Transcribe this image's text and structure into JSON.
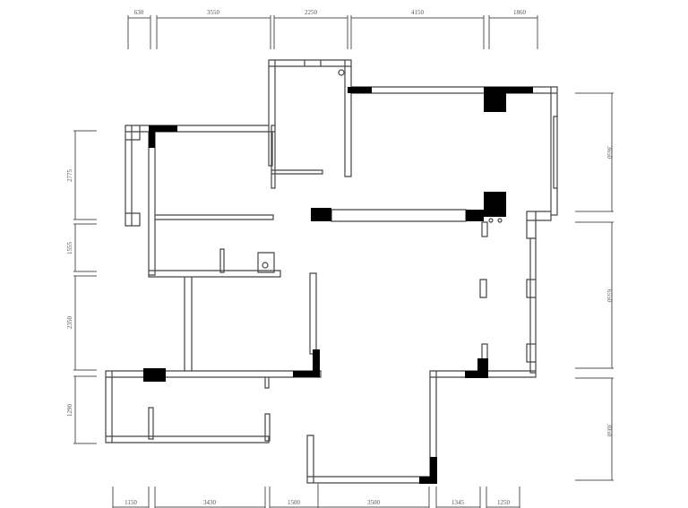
{
  "dimensions": {
    "top": [
      "630",
      "3550",
      "2250",
      "4150",
      "1860"
    ],
    "bottom": [
      "1150",
      "3430",
      "1500",
      "3500",
      "1345",
      "1250"
    ],
    "left": [
      "2775",
      "1555",
      "2350",
      "1290"
    ],
    "right": [
      "3650",
      "6550",
      "3050"
    ]
  },
  "colors": {
    "wall": "#444444",
    "column": "#000000",
    "dimension": "#555555"
  }
}
